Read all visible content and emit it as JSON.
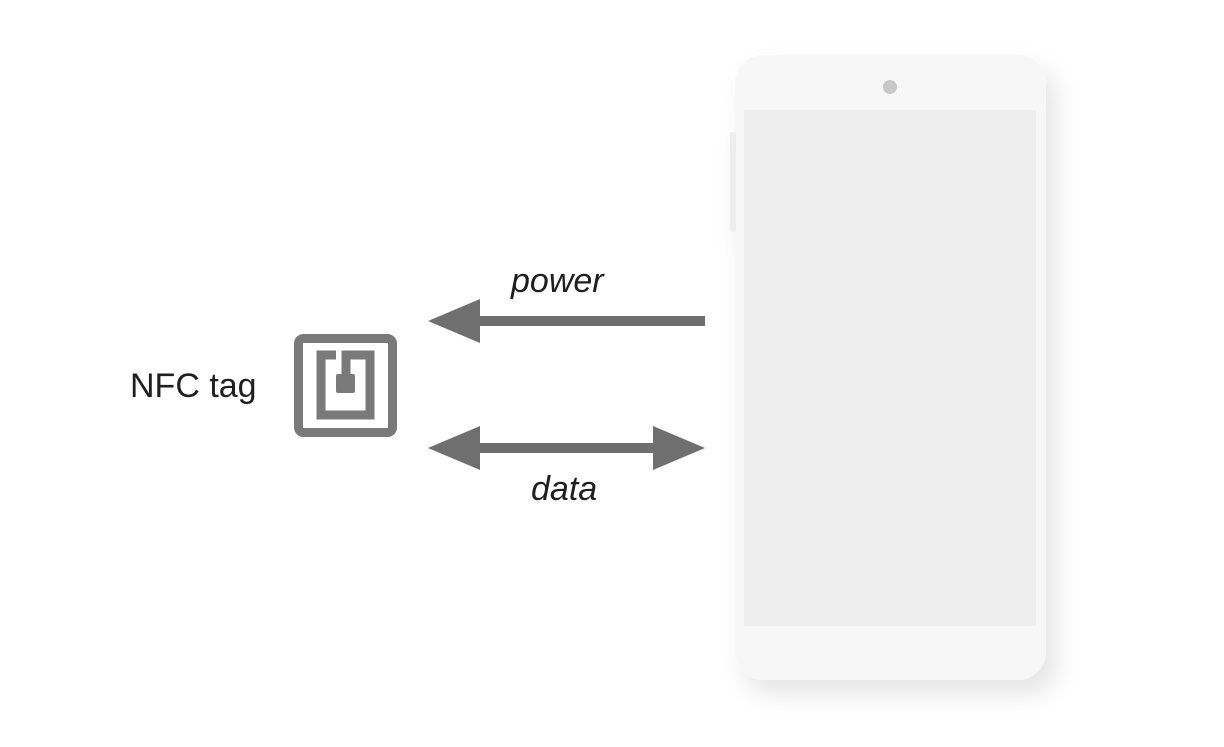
{
  "labels": {
    "nfc_tag": "NFC tag",
    "power": "power",
    "data": "data"
  },
  "icons": {
    "tag": "nfc-tag-icon",
    "device": "smartphone-icon"
  },
  "colors": {
    "arrow": "#6f6f6f",
    "tag": "#7a7a7a",
    "phone_body": "#f7f7f7",
    "phone_screen": "#eeeeee",
    "phone_shadow": "#e6e6e6"
  }
}
